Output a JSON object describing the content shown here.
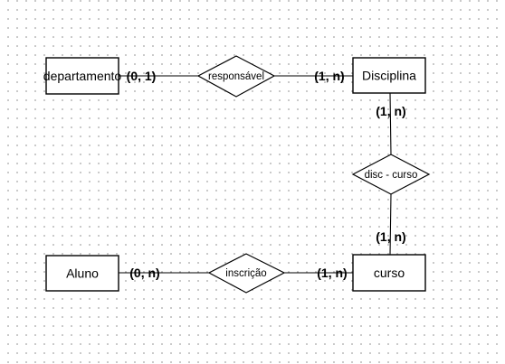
{
  "diagram": {
    "entities": {
      "departamento": "departamento",
      "disciplina": "Disciplina",
      "aluno": "Aluno",
      "curso": "curso"
    },
    "relationships": {
      "responsavel": "responsável",
      "disc_curso": "disc - curso",
      "inscricao": "inscrição"
    },
    "cardinalities": {
      "departamento_responsavel": "(0, 1)",
      "responsavel_disciplina": "(1, n)",
      "disciplina_disc_curso": "(1, n)",
      "disc_curso_curso": "(1, n)",
      "aluno_inscricao": "(0, n)",
      "inscricao_curso": "(1, n)"
    }
  }
}
